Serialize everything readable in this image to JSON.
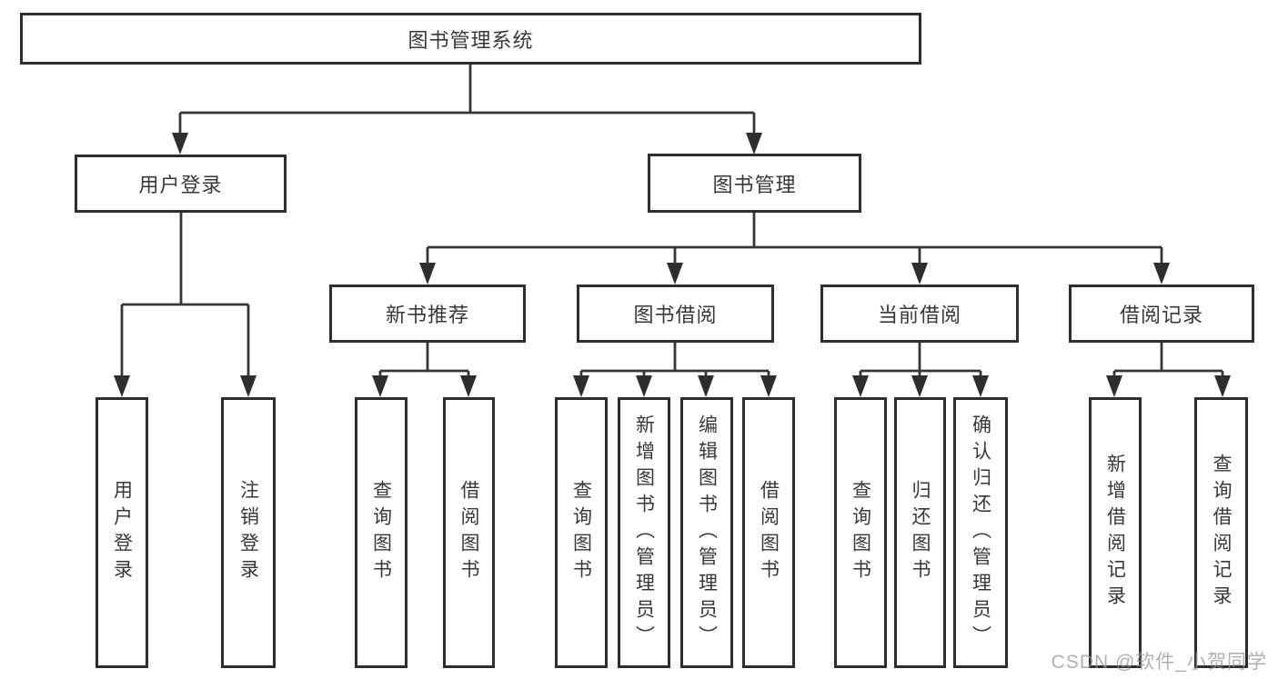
{
  "diagram": {
    "type": "tree",
    "title": "图书管理系统",
    "watermark": "CSDN @软件_小贺同学",
    "colors": {
      "line": "#363636",
      "arrow": "#2e2e2e",
      "box_border": "#2d2d2d",
      "box_fill": "#ffffff",
      "text": "#38383b",
      "background": "#ffffff",
      "watermark": "#b0b0b2"
    },
    "nodes": [
      {
        "id": "root",
        "level": 1,
        "label": "图书管理系统"
      },
      {
        "id": "user-login",
        "level": 2,
        "label": "用户登录"
      },
      {
        "id": "book-management",
        "level": 2,
        "label": "图书管理"
      },
      {
        "id": "new-book-recommend",
        "level": 3,
        "label": "新书推荐"
      },
      {
        "id": "book-borrowing",
        "level": 3,
        "label": "图书借阅"
      },
      {
        "id": "current-borrowing",
        "level": 3,
        "label": "当前借阅"
      },
      {
        "id": "borrowing-records",
        "level": 3,
        "label": "借阅记录"
      },
      {
        "id": "leaf-user-login",
        "level": 4,
        "label": "用户登录"
      },
      {
        "id": "leaf-logout",
        "level": 4,
        "label": "注销登录"
      },
      {
        "id": "leaf-query-books-rec",
        "level": 4,
        "label": "查询图书"
      },
      {
        "id": "leaf-borrow-books-rec",
        "level": 4,
        "label": "借阅图书"
      },
      {
        "id": "leaf-query-books-borrow",
        "level": 4,
        "label": "查询图书"
      },
      {
        "id": "leaf-add-books-admin",
        "level": 4,
        "label": "新增图书（管理员）"
      },
      {
        "id": "leaf-edit-books-admin",
        "level": 4,
        "label": "编辑图书（管理员）"
      },
      {
        "id": "leaf-borrow-books-borrow",
        "level": 4,
        "label": "借阅图书"
      },
      {
        "id": "leaf-query-books-current",
        "level": 4,
        "label": "查询图书"
      },
      {
        "id": "leaf-return-books",
        "level": 4,
        "label": "归还图书"
      },
      {
        "id": "leaf-confirm-return-admin",
        "level": 4,
        "label": "确认归还（管理员）"
      },
      {
        "id": "leaf-add-borrow-record",
        "level": 4,
        "label": "新增借阅记录"
      },
      {
        "id": "leaf-query-borrow-record",
        "level": 4,
        "label": "查询借阅记录"
      }
    ],
    "edges": [
      {
        "from": "root",
        "to": "user-login"
      },
      {
        "from": "root",
        "to": "book-management"
      },
      {
        "from": "user-login",
        "to": "leaf-user-login"
      },
      {
        "from": "user-login",
        "to": "leaf-logout"
      },
      {
        "from": "book-management",
        "to": "new-book-recommend"
      },
      {
        "from": "book-management",
        "to": "book-borrowing"
      },
      {
        "from": "book-management",
        "to": "current-borrowing"
      },
      {
        "from": "book-management",
        "to": "borrowing-records"
      },
      {
        "from": "new-book-recommend",
        "to": "leaf-query-books-rec"
      },
      {
        "from": "new-book-recommend",
        "to": "leaf-borrow-books-rec"
      },
      {
        "from": "book-borrowing",
        "to": "leaf-query-books-borrow"
      },
      {
        "from": "book-borrowing",
        "to": "leaf-add-books-admin"
      },
      {
        "from": "book-borrowing",
        "to": "leaf-edit-books-admin"
      },
      {
        "from": "book-borrowing",
        "to": "leaf-borrow-books-borrow"
      },
      {
        "from": "current-borrowing",
        "to": "leaf-query-books-current"
      },
      {
        "from": "current-borrowing",
        "to": "leaf-return-books"
      },
      {
        "from": "current-borrowing",
        "to": "leaf-confirm-return-admin"
      },
      {
        "from": "borrowing-records",
        "to": "leaf-add-borrow-record"
      },
      {
        "from": "borrowing-records",
        "to": "leaf-query-borrow-record"
      }
    ]
  }
}
